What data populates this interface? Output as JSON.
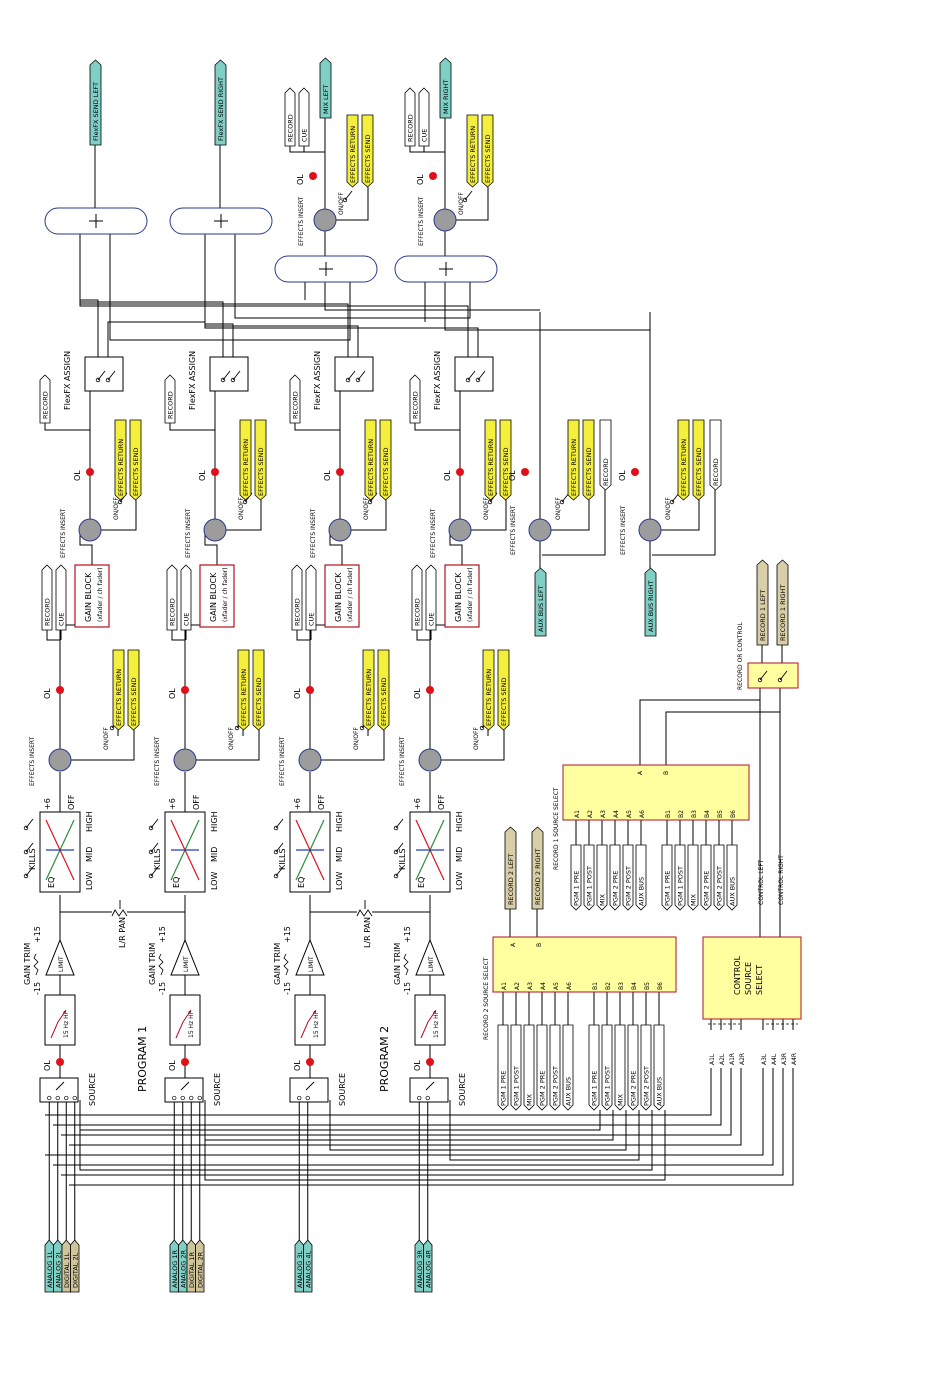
{
  "colors": {
    "analog_tag": "#7fcfc4",
    "digital_tag": "#cfc49a",
    "effects_tag": "#f4ef3c",
    "white_tag": "#ffffff",
    "record_tag": "#d8cfa8",
    "clip_lamp": "#e0101a",
    "insert_node": "#9c9c9c",
    "select_block": "#ffffa0",
    "block_border": "#b01020",
    "summer_border": "#2a3a8a",
    "eq_high": "#2e8b3a",
    "eq_mid": "#e0101a",
    "eq_low": "#1f3fbf"
  },
  "labels": {
    "program_1": "PROGRAM 1",
    "program_2": "PROGRAM 2",
    "source": "SOURCE",
    "ol": "OL",
    "hp_15": "15 Hz HP",
    "limit": "LIMIT",
    "gain_trim": "GAIN TRIM",
    "minus_15": "-15",
    "plus_15": "+15",
    "lr_pan": "L/R PAN",
    "kills": "KILLS",
    "eq": "EQ",
    "low": "LOW",
    "mid": "MID",
    "high": "HIGH",
    "plus_6": "+6",
    "off": "OFF",
    "effects_insert": "EFFECTS INSERT",
    "on_off": "ON/OFF",
    "effects_return": "EFFECTS RETURN",
    "effects_send": "EFFECTS SEND",
    "record": "RECORD",
    "cue": "CUE",
    "gain_block": "GAIN BLOCK",
    "gain_block_sub": "(xfader / ch fader)",
    "flexfx_assign": "FlexFX ASSIGN",
    "aux_bus_left": "AUX BUS LEFT",
    "aux_bus_right": "AUX BUS RIGHT",
    "flexfx_send_left": "FlexFX SEND LEFT",
    "flexfx_send_right": "FlexFX SEND RIGHT",
    "mix_left": "MIX LEFT",
    "mix_right": "MIX RIGHT",
    "record_or_control": "RECORD OR CONTROL",
    "record_1_left": "RECORD 1 LEFT",
    "record_1_right": "RECORD 1 RIGHT",
    "record_2_left": "RECORD 2 LEFT",
    "record_2_right": "RECORD 2 RIGHT",
    "record_1_source_select": "RECORD 1 SOURCE SELECT",
    "record_2_source_select": "RECORD 2 SOURCE SELECT",
    "control_left": "CONTROL LEFT",
    "control_right": "CONTROL RIGHT",
    "control_source_select": [
      "CONTROL",
      "SOURCE",
      "SELECT"
    ],
    "port_a": "A",
    "port_b": "B"
  },
  "channels": [
    {
      "id": 1,
      "inputs": [
        "ANALOG 1L",
        "ANALOG 2L",
        "DIGITAL 1L",
        "DIGITAL 2L"
      ],
      "input_kinds": [
        "analog",
        "analog",
        "digital",
        "digital"
      ]
    },
    {
      "id": 2,
      "inputs": [
        "ANALOG 1R",
        "ANALOG 2R",
        "DIGITAL 1R",
        "DIGITAL 2R"
      ],
      "input_kinds": [
        "analog",
        "analog",
        "digital",
        "digital"
      ]
    },
    {
      "id": 3,
      "inputs": [
        "ANALOG 3L",
        "ANALOG 4L"
      ],
      "input_kinds": [
        "analog",
        "analog"
      ]
    },
    {
      "id": 4,
      "inputs": [
        "ANALOG 3R",
        "ANALOG 4R"
      ],
      "input_kinds": [
        "analog",
        "analog"
      ]
    }
  ],
  "select_a_sources": [
    "A1",
    "A2",
    "A3",
    "A4",
    "A5",
    "A6"
  ],
  "select_b_sources": [
    "B1",
    "B2",
    "B3",
    "B4",
    "B5",
    "B6"
  ],
  "select_a_names": [
    "PGM 1 PRE",
    "PGM 1 POST",
    "MIX",
    "PGM 2 PRE",
    "PGM 2 POST",
    "AUX BUS"
  ],
  "select_b_names": [
    "PGM 1 PRE",
    "PGM 1 POST",
    "MIX",
    "PGM 2 PRE",
    "PGM 2 POST",
    "AUX BUS"
  ],
  "control_inputs_left": [
    "A1L",
    "A2L",
    "A1R",
    "A2R"
  ],
  "control_inputs_right": [
    "A3L",
    "A4L",
    "A3R",
    "A4R"
  ]
}
